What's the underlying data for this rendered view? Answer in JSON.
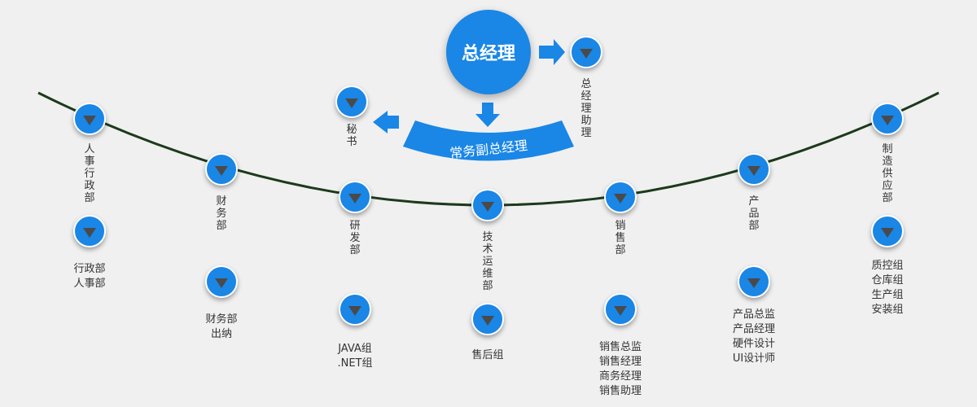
{
  "colors": {
    "node": "#1a86e6",
    "curve": "#1c3a1c",
    "background": "#f0f0f0"
  },
  "top": {
    "general_manager": "总经理",
    "assistant": "总经理助理",
    "secretary": "秘书",
    "executive_deputy": "常务副总经理"
  },
  "departments": [
    {
      "name": "人事行政部",
      "subs": "行政部\n人事部"
    },
    {
      "name": "财务部",
      "subs": "财务部\n出纳"
    },
    {
      "name": "研发部",
      "subs": "JAVA组\n.NET组"
    },
    {
      "name": "技术运维部",
      "subs": "售后组"
    },
    {
      "name": "销售部",
      "subs": "销售总监\n销售经理\n商务经理\n销售助理"
    },
    {
      "name": "产品部",
      "subs": "产品总监\n产品经理\n硬件设计\nUI设计师"
    },
    {
      "name": "制造供应部",
      "subs": "质控组\n仓库组\n生产组\n安装组"
    }
  ]
}
